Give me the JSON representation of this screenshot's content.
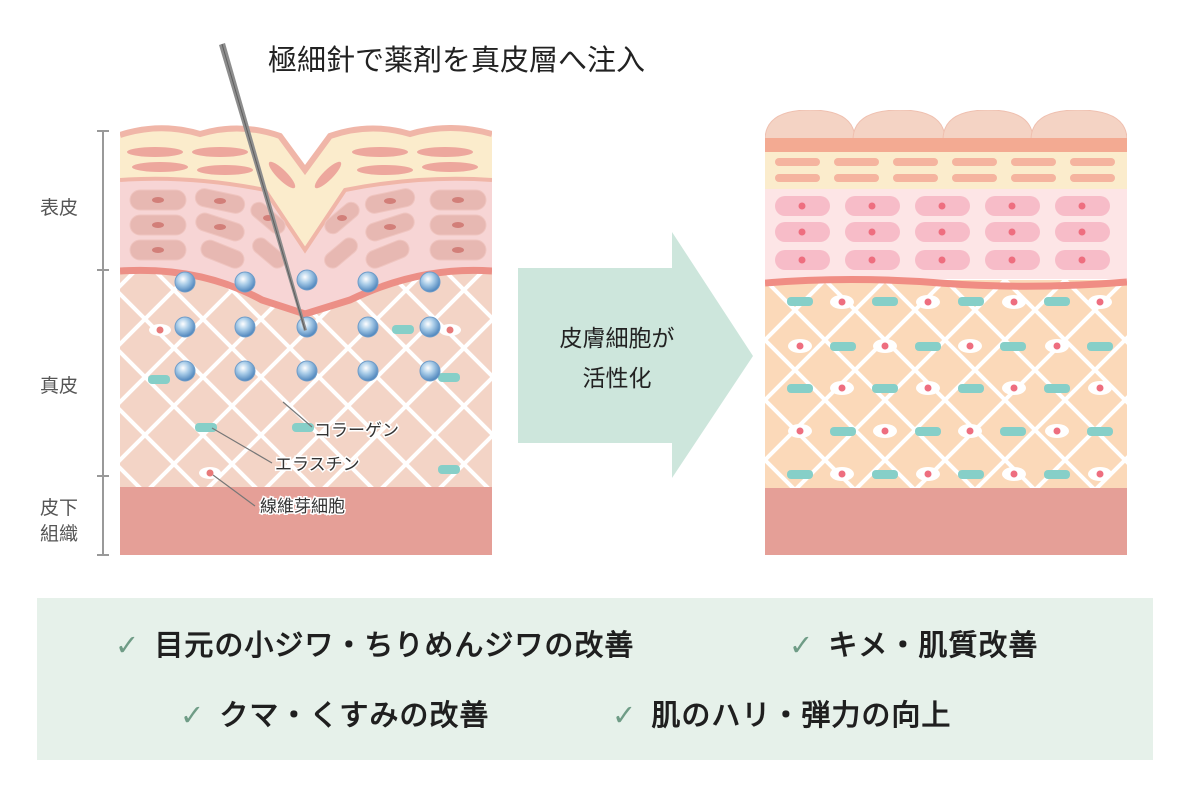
{
  "title": "極細針で薬剤を真皮層へ注入",
  "layers": {
    "epidermis": "表皮",
    "dermis": "真皮",
    "subcutaneous_line1": "皮下",
    "subcutaneous_line2": "組織"
  },
  "callouts": {
    "collagen": "コラーゲン",
    "elastin": "エラスチン",
    "fibroblast": "線維芽細胞"
  },
  "arrow": {
    "line1": "皮膚細胞が",
    "line2": "活性化"
  },
  "benefits": [
    "目元の小ジワ・ちりめんジワの改善",
    "キメ・肌質改善",
    "クマ・くすみの改善",
    "肌のハリ・弾力の向上"
  ],
  "colors": {
    "collagen_fiber": "#ffffff",
    "elastin": "#86cfc8",
    "dermis": "#f3d4c6",
    "dermis_right": "#fbd9b9",
    "subcutaneous": "#e59f97",
    "epidermis_pink": "#f7d5d5",
    "stratum_cream": "#fbeccc",
    "arrow": "#cde6dc",
    "check": "#6f9c86",
    "benefit_bg": "#e6f1ea"
  }
}
